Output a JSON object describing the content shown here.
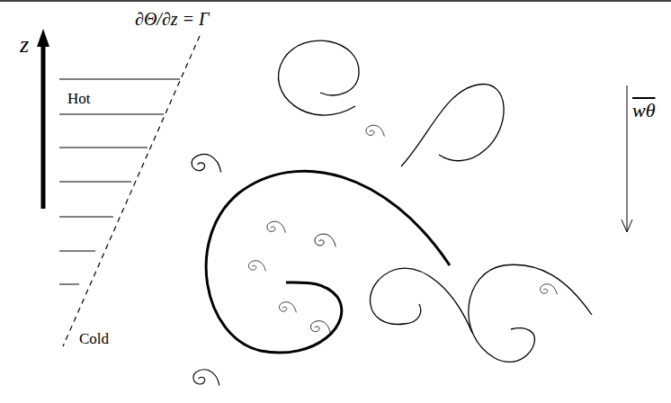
{
  "diagram": {
    "labels": [
      "∂Θ/∂z = Γ",
      "z",
      "Hot",
      "Cold",
      "wθ"
    ]
  }
}
